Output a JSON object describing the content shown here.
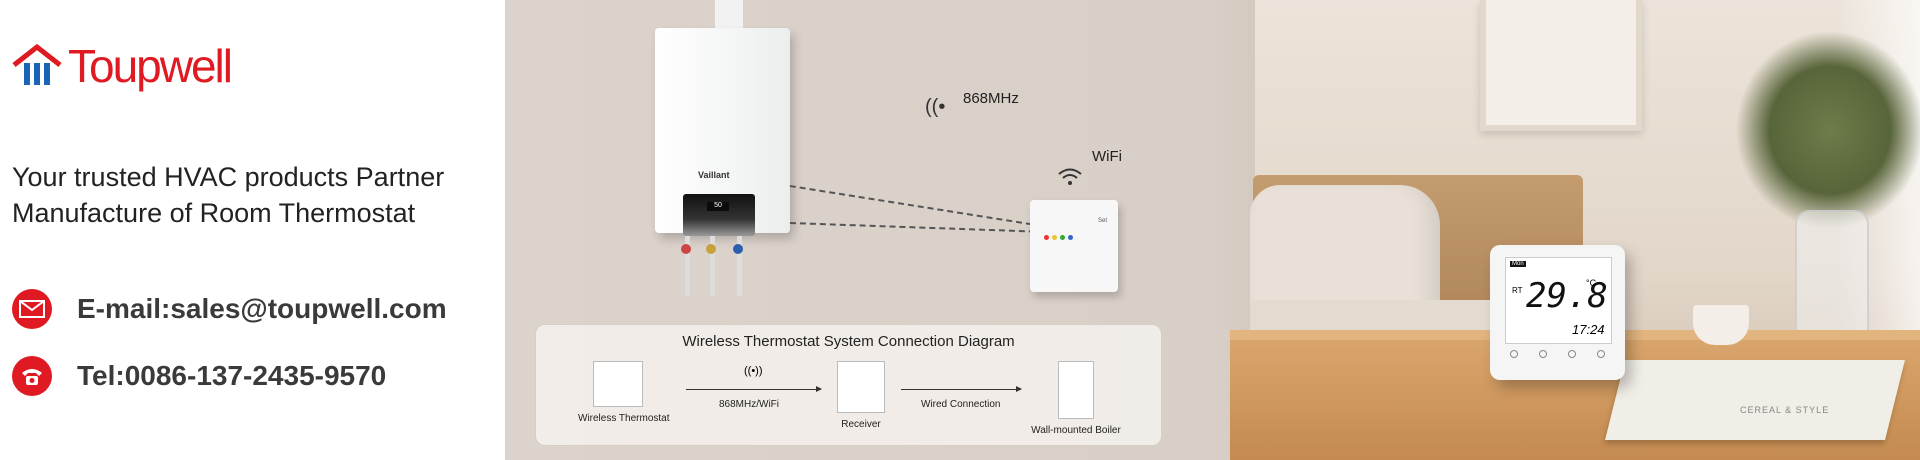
{
  "brand": {
    "name": "Toupwell",
    "color": "#e01a22",
    "icon": "house-logo-icon"
  },
  "taglines": [
    "Your trusted HVAC products Partner",
    "Manufacture of Room Thermostat"
  ],
  "contacts": [
    {
      "icon": "envelope-icon",
      "text": "E-mail:sales@toupwell.com"
    },
    {
      "icon": "telephone-icon",
      "text": "Tel:0086-137-2435-9570"
    }
  ],
  "scene": {
    "boiler_brand": "Vaillant",
    "boiler_display": "50",
    "signal_868": "868MHz",
    "signal_wifi": "WiFi",
    "receiver_label": "Set",
    "thermostat": {
      "mode": "Mon",
      "rt": "RT",
      "temp": "29.8",
      "unit": "°C",
      "time": "17:24"
    },
    "book_title": "CEREAL & STYLE"
  },
  "diagram": {
    "title": "Wireless Thermostat System Connection Diagram",
    "nodes": [
      "Wireless Thermostat",
      "Receiver",
      "Wall-mounted Boiler"
    ],
    "links": [
      "868MHz/WiFi",
      "Wired Connection"
    ]
  }
}
